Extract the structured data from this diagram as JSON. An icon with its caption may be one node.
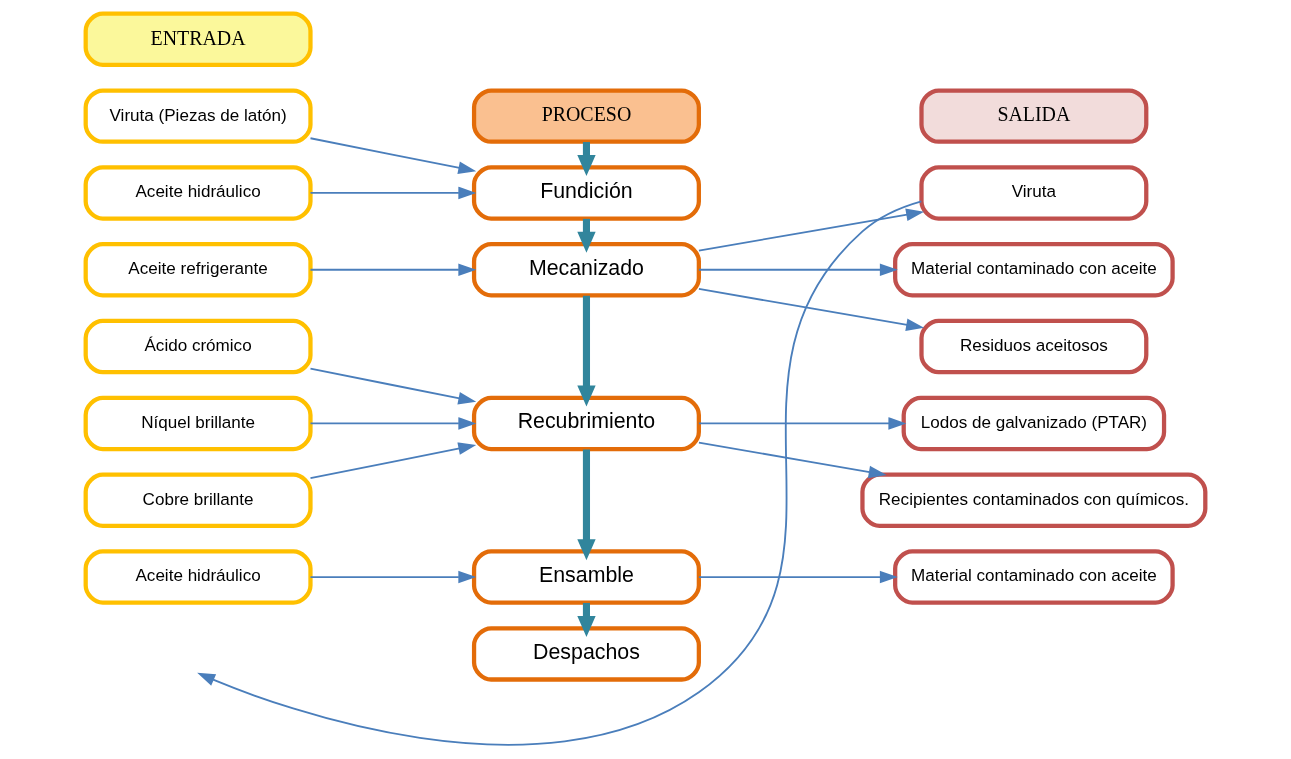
{
  "diagram": {
    "nodes": [
      {
        "text": [
          "ENTRADA"
        ]
      },
      {
        "text": [
          "PROCESO"
        ]
      },
      {
        "text": [
          "SALIDA"
        ]
      },
      {
        "text": [
          "Viruta (Piezas de latón)"
        ]
      },
      {
        "text": [
          "Aceite hidráulico"
        ]
      },
      {
        "text": [
          "Fundición"
        ]
      },
      {
        "text": [
          "Viruta"
        ]
      },
      {
        "text": [
          "Aceite refrigerante"
        ]
      },
      {
        "text": [
          "Mecanizado"
        ]
      },
      {
        "text": [
          "Material contaminado con aceite"
        ]
      },
      {
        "text": [
          "Residuos aceitosos"
        ]
      },
      {
        "text": [
          "Ácido crómico"
        ]
      },
      {
        "text": [
          "Níquel brillante"
        ]
      },
      {
        "text": [
          "Cobre brillante"
        ]
      },
      {
        "text": [
          "Recubrimiento"
        ]
      },
      {
        "text": [
          "Lodos de galvanizado (PTAR)"
        ]
      },
      {
        "text": [
          "Recipientes contaminados con químicos."
        ]
      },
      {
        "text": [
          "Aceite hidráulico"
        ]
      },
      {
        "text": [
          "Ensamble"
        ]
      },
      {
        "text": [
          "Material contaminado con aceite"
        ]
      },
      {
        "text": [
          "Despachos"
        ]
      }
    ],
    "edges": [
      {
        "from": 1,
        "to": 5,
        "arrow": "to",
        "style": "thick",
        "color": "#31859c"
      },
      {
        "from": 3,
        "to": 5,
        "arrow": "to"
      },
      {
        "from": 4,
        "to": 5,
        "arrow": "to"
      },
      {
        "from": 6,
        "to": null,
        "arrow": "to"
      },
      {
        "from": 5,
        "to": 8,
        "arrow": "to",
        "style": "thick",
        "color": "#31859c"
      },
      {
        "from": 7,
        "to": 8,
        "arrow": "to"
      },
      {
        "from": 8,
        "to": 6,
        "arrow": "to"
      },
      {
        "from": 8,
        "to": 9,
        "arrow": "to"
      },
      {
        "from": 8,
        "to": 10,
        "arrow": "to"
      },
      {
        "from": 8,
        "to": 14,
        "arrow": "to",
        "style": "thick",
        "color": "#31859c"
      },
      {
        "from": 11,
        "to": 14,
        "arrow": "to"
      },
      {
        "from": 12,
        "to": 14,
        "arrow": "to"
      },
      {
        "from": 13,
        "to": 14,
        "arrow": "to"
      },
      {
        "from": 14,
        "to": 15,
        "arrow": "to"
      },
      {
        "from": 14,
        "to": 16,
        "arrow": "to"
      },
      {
        "from": 14,
        "to": 18,
        "arrow": "to",
        "style": "thick",
        "color": "#31859c"
      },
      {
        "from": 17,
        "to": 18,
        "arrow": "to"
      },
      {
        "from": 18,
        "to": 19,
        "arrow": "to"
      },
      {
        "from": 18,
        "to": 20,
        "arrow": "to",
        "style": "thick",
        "color": "#31859c"
      }
    ]
  }
}
